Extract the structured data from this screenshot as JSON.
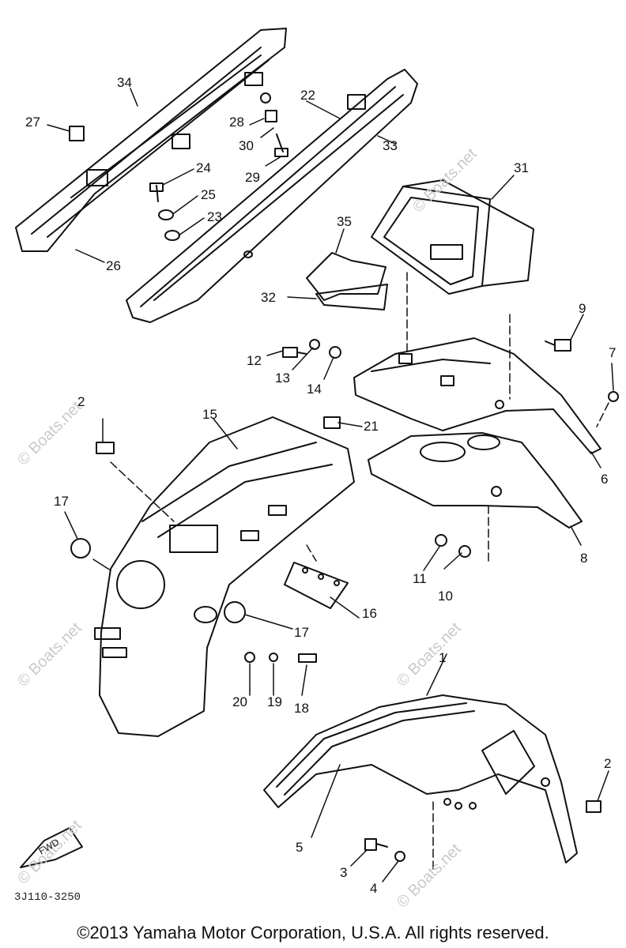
{
  "callouts": [
    {
      "id": "1",
      "label": "1"
    },
    {
      "id": "2",
      "label": "2"
    },
    {
      "id": "3",
      "label": "3"
    },
    {
      "id": "4",
      "label": "4"
    },
    {
      "id": "5",
      "label": "5"
    },
    {
      "id": "6",
      "label": "6"
    },
    {
      "id": "7",
      "label": "7"
    },
    {
      "id": "8",
      "label": "8"
    },
    {
      "id": "9",
      "label": "9"
    },
    {
      "id": "10",
      "label": "10"
    },
    {
      "id": "11",
      "label": "11"
    },
    {
      "id": "12",
      "label": "12"
    },
    {
      "id": "13",
      "label": "13"
    },
    {
      "id": "14",
      "label": "14"
    },
    {
      "id": "15",
      "label": "15"
    },
    {
      "id": "16",
      "label": "16"
    },
    {
      "id": "17a",
      "label": "17"
    },
    {
      "id": "17b",
      "label": "17"
    },
    {
      "id": "18",
      "label": "18"
    },
    {
      "id": "19",
      "label": "19"
    },
    {
      "id": "20",
      "label": "20"
    },
    {
      "id": "21",
      "label": "21"
    },
    {
      "id": "22",
      "label": "22"
    },
    {
      "id": "23",
      "label": "23"
    },
    {
      "id": "24",
      "label": "24"
    },
    {
      "id": "25",
      "label": "25"
    },
    {
      "id": "26",
      "label": "26"
    },
    {
      "id": "27",
      "label": "27"
    },
    {
      "id": "28",
      "label": "28"
    },
    {
      "id": "29",
      "label": "29"
    },
    {
      "id": "30",
      "label": "30"
    },
    {
      "id": "31",
      "label": "31"
    },
    {
      "id": "32",
      "label": "32"
    },
    {
      "id": "33",
      "label": "33"
    },
    {
      "id": "34",
      "label": "34"
    },
    {
      "id": "35",
      "label": "35"
    },
    {
      "id": "2b",
      "label": "2"
    }
  ],
  "fwd_label": "FWD",
  "diagram_code": "3J110-3250",
  "watermark": "© Boats.net",
  "copyright": "©2013 Yamaha Motor Corporation, U.S.A. All rights reserved."
}
